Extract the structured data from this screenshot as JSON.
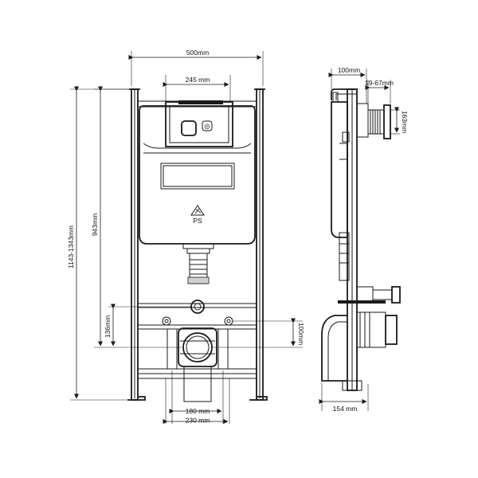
{
  "front_view": {
    "dims": {
      "width_500": "500mm",
      "width_245": "245 mm",
      "height_1143": "1143-1343mm",
      "height_943": "943mm",
      "height_136": "136mm",
      "height_100": "100mm",
      "width_180": "180 mm",
      "width_230": "230 mm"
    },
    "cistern_mark": "PS"
  },
  "side_view": {
    "dims": {
      "depth_100": "100mm",
      "range_19_67": "19-67mm",
      "height_163": "163mm",
      "depth_154": "154 mm"
    }
  }
}
